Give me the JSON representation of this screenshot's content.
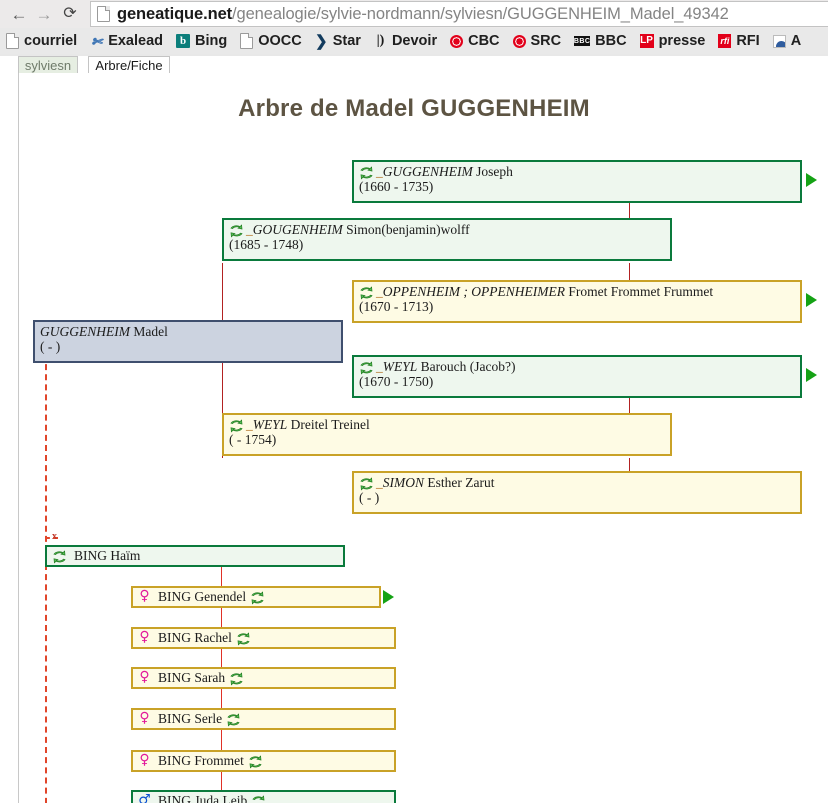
{
  "browser": {
    "back_icon": "←",
    "forward_icon": "→",
    "reload_icon": "⟳",
    "url_host": "geneatique.net",
    "url_path": "/genealogie/sylvie-nordmann/sylviesn/GUGGENHEIM_Madel_49342",
    "bookmarks": [
      {
        "label": "courriel",
        "icon": "document-icon"
      },
      {
        "label": "Exalead",
        "icon": "exalead-icon"
      },
      {
        "label": "Bing",
        "icon": "bing-icon"
      },
      {
        "label": "OOCC",
        "icon": "document-icon"
      },
      {
        "label": "Star",
        "icon": "star-chevron-icon"
      },
      {
        "label": "Devoir",
        "icon": "devoir-icon"
      },
      {
        "label": "CBC",
        "icon": "cbc-gem-icon"
      },
      {
        "label": "SRC",
        "icon": "src-gem-icon"
      },
      {
        "label": "BBC",
        "icon": "bbc-icon"
      },
      {
        "label": "presse",
        "icon": "lapresse-icon"
      },
      {
        "label": "RFI",
        "icon": "rfi-icon"
      },
      {
        "label": "A",
        "icon": "archive-icon"
      }
    ]
  },
  "site": {
    "tabs": [
      {
        "label": "sylviesn",
        "active": false
      },
      {
        "label": "Arbre/Fiche",
        "active": true
      }
    ],
    "title": "Arbre de Madel GUGGENHEIM"
  },
  "colors": {
    "male_border": "#0a7a3c",
    "male_fill": "#eef7ee",
    "female_border": "#c9a227",
    "female_fill": "#fefbe4",
    "subject_border": "#3f4f6e",
    "subject_fill": "#ccd3e0",
    "connector": "#b22222",
    "dashed": "#e1452a",
    "arrow": "#15a215",
    "title": "#5d5443"
  },
  "tree": {
    "ancestors": [
      {
        "id": "guggenheim-joseph",
        "underscore": "_",
        "surname": "GUGGENHEIM",
        "given": "Joseph",
        "dates": "(1660 - 1735)",
        "sex": "male",
        "has_tree_icon": true,
        "has_expand_arrow": true
      },
      {
        "id": "gougenheim-simon",
        "underscore": "_",
        "surname": "GOUGENHEIM",
        "given": "Simon(benjamin)wolff",
        "dates": "(1685 - 1748)",
        "sex": "male",
        "has_tree_icon": true,
        "has_expand_arrow": false
      },
      {
        "id": "oppenheim-fromet",
        "underscore": "_",
        "surname": "OPPENHEIM ; OPPENHEIMER",
        "given": "Fromet Frommet Frummet",
        "dates": "(1670 - 1713)",
        "sex": "female",
        "has_tree_icon": true,
        "has_expand_arrow": true
      },
      {
        "id": "weyl-barouch",
        "underscore": "_",
        "surname": "WEYL",
        "given": "Barouch (Jacob?)",
        "dates": "(1670 - 1750)",
        "sex": "male",
        "has_tree_icon": true,
        "has_expand_arrow": true
      },
      {
        "id": "weyl-dreitel",
        "underscore": "_",
        "surname": "WEYL",
        "given": "Dreitel Treinel",
        "dates": "( - 1754)",
        "sex": "female",
        "has_tree_icon": true,
        "has_expand_arrow": false
      },
      {
        "id": "simon-esther",
        "underscore": "_",
        "surname": "SIMON",
        "given": "Esther Zarut",
        "dates": "( - )",
        "sex": "female",
        "has_tree_icon": true,
        "has_expand_arrow": false
      }
    ],
    "subject": {
      "id": "guggenheim-madel",
      "surname": "GUGGENHEIM",
      "given": "Madel",
      "dates": "( - )",
      "sex": "subject",
      "has_tree_icon": false,
      "has_expand_arrow": false
    },
    "union_marker": "x",
    "spouse": {
      "id": "bing-haim",
      "surname": "BING",
      "given": "Haïm",
      "sex": "male",
      "has_tree_icon": true,
      "tree_icon_first": true,
      "has_expand_arrow": false
    },
    "children": [
      {
        "id": "bing-genendel",
        "surname": "BING",
        "given": "Genendel",
        "sex": "female",
        "gender_symbol": "♀",
        "has_tree_icon": true,
        "has_expand_arrow": true
      },
      {
        "id": "bing-rachel",
        "surname": "BING",
        "given": "Rachel",
        "sex": "female",
        "gender_symbol": "♀",
        "has_tree_icon": true,
        "has_expand_arrow": false
      },
      {
        "id": "bing-sarah",
        "surname": "BING",
        "given": "Sarah",
        "sex": "female",
        "gender_symbol": "♀",
        "has_tree_icon": true,
        "has_expand_arrow": false
      },
      {
        "id": "bing-serle",
        "surname": "BING",
        "given": "Serle",
        "sex": "female",
        "gender_symbol": "♀",
        "has_tree_icon": true,
        "has_expand_arrow": false
      },
      {
        "id": "bing-frommet",
        "surname": "BING",
        "given": "Frommet",
        "sex": "female",
        "gender_symbol": "♀",
        "has_tree_icon": true,
        "has_expand_arrow": false
      },
      {
        "id": "bing-juda-leib",
        "surname": "BING",
        "given": "Juda Leib",
        "sex": "male",
        "gender_symbol": "♂",
        "has_tree_icon": true,
        "has_expand_arrow": false
      }
    ]
  }
}
